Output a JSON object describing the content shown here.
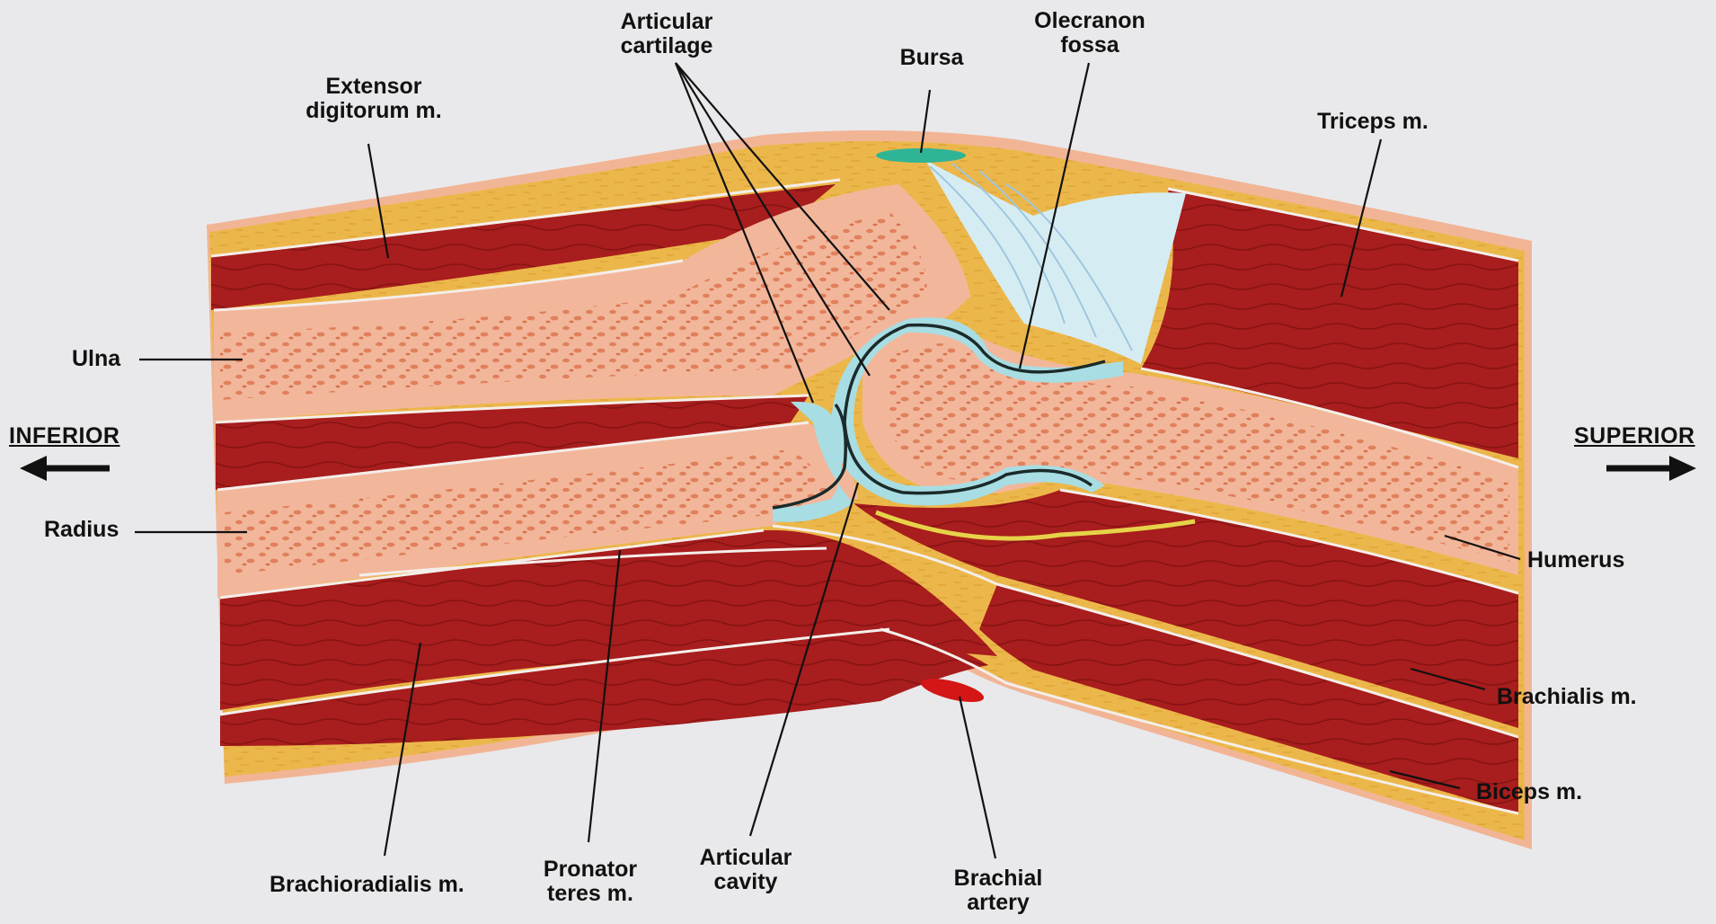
{
  "labels": {
    "extensor_digitorum": "Extensor\ndigitorum m.",
    "articular_cartilage": "Articular\ncartilage",
    "bursa": "Bursa",
    "olecranon_fossa": "Olecranon\nfossa",
    "triceps": "Triceps m.",
    "ulna": "Ulna",
    "radius": "Radius",
    "humerus": "Humerus",
    "brachialis": "Brachialis m.",
    "biceps": "Biceps m.",
    "brachioradialis": "Brachioradialis m.",
    "pronator_teres": "Pronator\nteres m.",
    "articular_cavity": "Articular\ncavity",
    "brachial_artery": "Brachial\nartery"
  },
  "directions": {
    "inferior": "INFERIOR",
    "superior": "SUPERIOR"
  },
  "colors": {
    "background": "#e9e9eb",
    "skin": "#f1b596",
    "fat": "#ecb74a",
    "muscle": "#a81d1d",
    "bone": "#f2b79b",
    "marrow": "#e89a78",
    "cartilage": "#a8dde3",
    "tendon": "#d6ecf3",
    "bursa": "#2fb496",
    "nerve": "#e6d34a",
    "artery": "#d41616"
  }
}
